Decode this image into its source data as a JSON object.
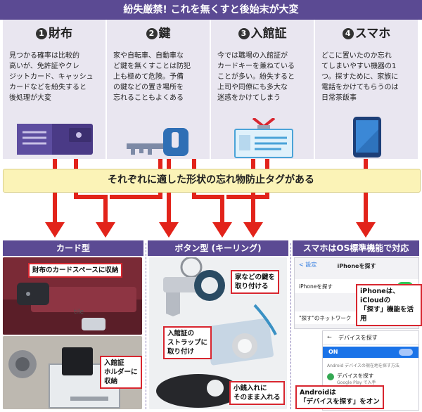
{
  "banner": {
    "text": "紛失厳禁! これを無くすと後始末が大変"
  },
  "cards": [
    {
      "num": "1",
      "title": "財布",
      "desc": "見つかる確率は比較的\n高いが、免許証やクレ\nジットカード、キャッシュ\nカードなどを紛失すると\n後処理が大変"
    },
    {
      "num": "2",
      "title": "鍵",
      "desc": "家や自転車、自動車な\nど鍵を無くすことは防犯\n上も極めて危険。予備\nの鍵などの置き場所を\n忘れることもよくある"
    },
    {
      "num": "3",
      "title": "入館証",
      "desc": "今では職場の入館証が\nカードキーを兼ねている\nことが多い。紛失すると\n上司や同僚にも多大な\n迷惑をかけてしまう"
    },
    {
      "num": "4",
      "title": "スマホ",
      "desc": "どこに置いたのか忘れ\nてしまいやすい機器の1\nつ。探すために、家族に\n電話をかけてもらうのは\n日常茶飯事"
    }
  ],
  "band": {
    "text": "それぞれに適した形状の忘れ物防止タグがある"
  },
  "sections": [
    {
      "title": "カード型"
    },
    {
      "title": "ボタン型 (キーリング)"
    },
    {
      "title": "スマホはOS標準機能で対応"
    }
  ],
  "callouts": {
    "wallet_card": "財布のカードスペースに収納",
    "holder": "入館証\nホルダーに\n収納",
    "keys": "家などの鍵を\n取り付ける",
    "strap": "入館証の\nストラップに\n取り付け",
    "coin": "小銭入れに\nそのまま入れる",
    "iphone": "iPhoneは、iCloudの\n「探す」機能を活用",
    "android": "Androidは\n「デバイスを探す」をオン"
  },
  "iphone_screen": {
    "back": "< 設定",
    "title": "iPhoneを探す",
    "row1": "iPhoneを探す",
    "row2": "\"探す\"のネットワーク"
  },
  "android_screen": {
    "title": "デバイスを探す",
    "on": "ON",
    "row1": "デバイスを探す",
    "row1_sub": "Google Play で入手",
    "row2": "Android デバイスの現在地を探す方法"
  },
  "tag_label": "tile",
  "colors": {
    "purple": "#5b4a93",
    "red": "#e2231a",
    "yellow": "#fbf3b7",
    "card_bg": "#e9e6f0"
  }
}
